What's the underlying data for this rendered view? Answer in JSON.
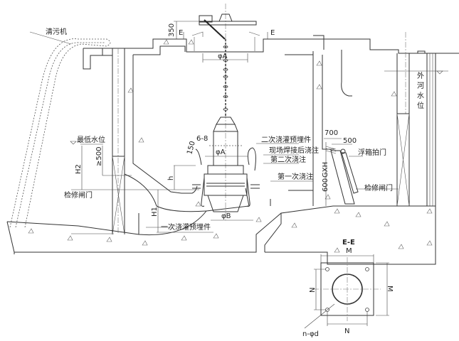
{
  "title": "潜水泵站安装示意图",
  "labels": {
    "trash_rack_cleaner": "清污机",
    "dim_350": "350",
    "section_mark_left": "E",
    "section_mark_right": "E",
    "phi_A_top": "φA",
    "dim_6_8": "6-8",
    "dim_150": "150",
    "phi_A_pump": "φA",
    "secondary_embedded": "二次浇灌预埋件",
    "post_weld_pour": "现场焊接后浇注",
    "second_pour": "第二次浇注",
    "first_pour": "第一次浇注",
    "lowest_water_level": "最低水位",
    "dim_ge500": "≥500",
    "dim_H2": "H2",
    "dim_h": "h",
    "maintenance_gate_left": "检修闸门",
    "dim_H1": "H1",
    "phi_B": "φB",
    "primary_embedded": "一次浇灌预埋件",
    "outer_river_level": [
      "外",
      "河",
      "水",
      "位"
    ],
    "dim_700": "700",
    "dim_500": "500",
    "flap_gate": "浮箱拍门",
    "gxh": "GXH",
    "dim_600": "600",
    "maintenance_gate_right": "检修闸门"
  },
  "section_ee": {
    "title": "E-E",
    "dim_M_top": "M",
    "dim_M_right": "M",
    "dim_N_left": "N",
    "dim_N_bottom": "N",
    "bolt_holes": "n-φd"
  }
}
